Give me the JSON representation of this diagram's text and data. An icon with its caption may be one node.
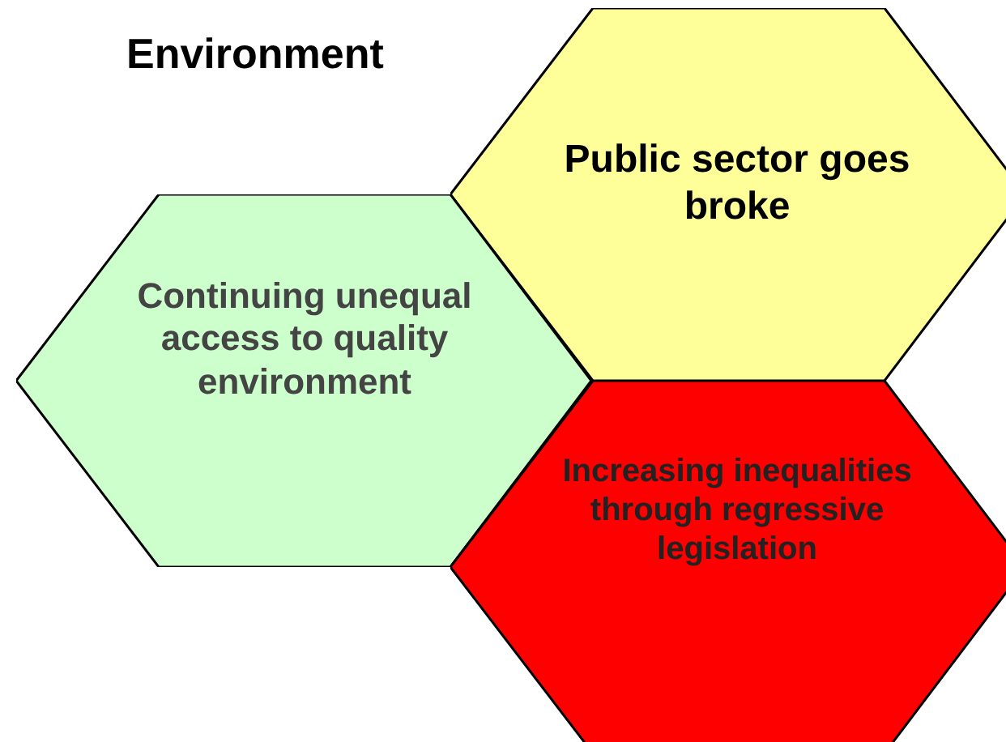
{
  "diagram": {
    "title": "Environment",
    "nodes": [
      {
        "text": [
          "Public sector goes broke"
        ]
      },
      {
        "text": [
          "Continuing unequal access to quality environment"
        ]
      },
      {
        "text": [
          "Increasing inequalities through regressive legislation"
        ]
      }
    ]
  }
}
